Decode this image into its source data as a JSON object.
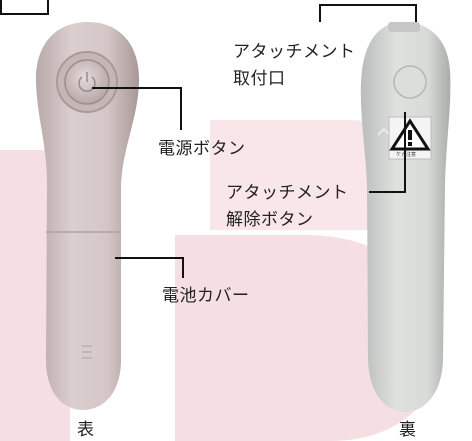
{
  "labels": {
    "attachment_mount": "アタッチメント\n取付口",
    "power_button": "電源ボタン",
    "attachment_release": "アタッチメント\n解除ボタン",
    "battery_cover": "電池カバー"
  },
  "sides": {
    "front": "表",
    "back": "裏"
  },
  "warning_sticker": "ケガ注意",
  "colors": {
    "device_front": "#d7c9c9",
    "device_back": "#d9dcda",
    "background_watermark": "#f4d9dd",
    "leader_line": "#111111"
  }
}
